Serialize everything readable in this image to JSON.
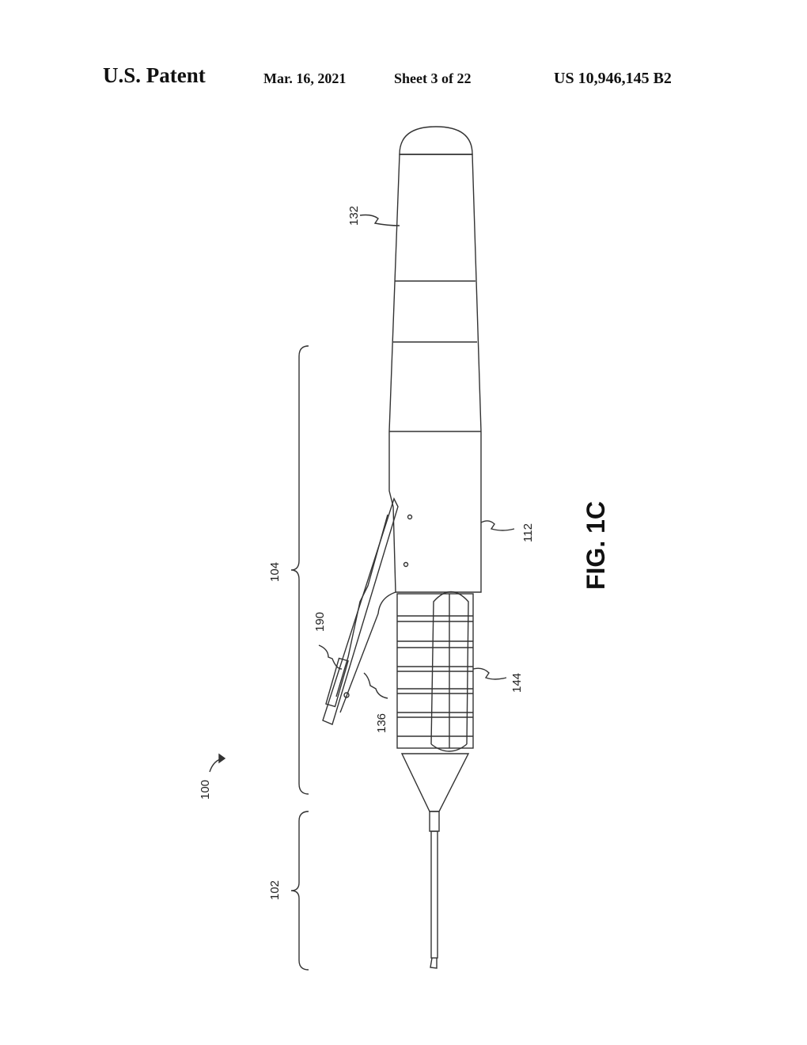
{
  "header": {
    "title": "U.S. Patent",
    "date": "Mar. 16, 2021",
    "sheet": "Sheet 3 of 22",
    "patent_number": "US 10,946,145 B2"
  },
  "figure": {
    "caption": "FIG. 1C",
    "reference_numerals": {
      "r100": "100",
      "r102": "102",
      "r104": "104",
      "r112": "112",
      "r132": "132",
      "r136": "136",
      "r144": "144",
      "r190": "190"
    }
  }
}
